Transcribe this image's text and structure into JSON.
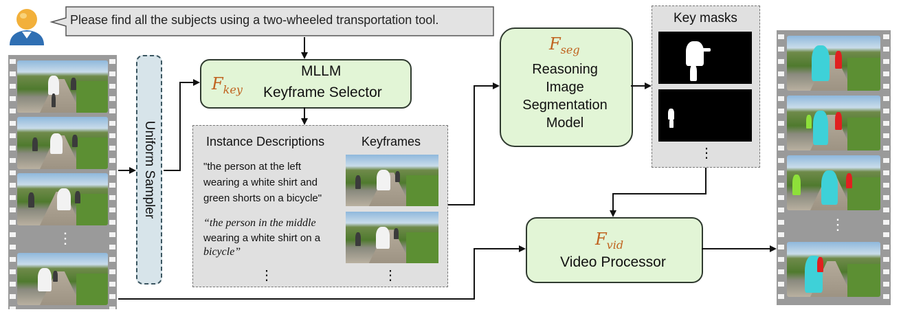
{
  "user_query": "Please find all the subjects using a two-wheeled transportation tool.",
  "uniform_sampler": "Uniform Sampler",
  "keyframe_selector": {
    "symbol": "F",
    "subscript": "key",
    "title": "MLLM",
    "subtitle": "Keyframe Selector"
  },
  "instance_panel": {
    "col1_header": "Instance Descriptions",
    "col2_header": "Keyframes",
    "desc1": [
      "\"the person at the left",
      "wearing a white shirt and",
      "green shorts on a bicycle\""
    ],
    "desc2_line1": "“the person in the middle",
    "desc2_line2": "wearing a white shirt on a",
    "desc2_line3": "bicycle”",
    "ellipsis": "⋮"
  },
  "segmentation_model": {
    "symbol": "F",
    "subscript": "seg",
    "lines": [
      "Reasoning",
      "Image",
      "Segmentation",
      "Model"
    ]
  },
  "key_masks": {
    "title": "Key masks",
    "ellipsis": "⋮"
  },
  "video_processor": {
    "symbol": "F",
    "subscript": "vid",
    "title": "Video Processor"
  },
  "film_ellipsis": "⋮",
  "colors": {
    "box_fill": "#e2f5d6",
    "symbol": "#c0631f",
    "mask_cyan": "#3ed1d8",
    "mask_red": "#e02020",
    "mask_lime": "#8ee03a"
  }
}
